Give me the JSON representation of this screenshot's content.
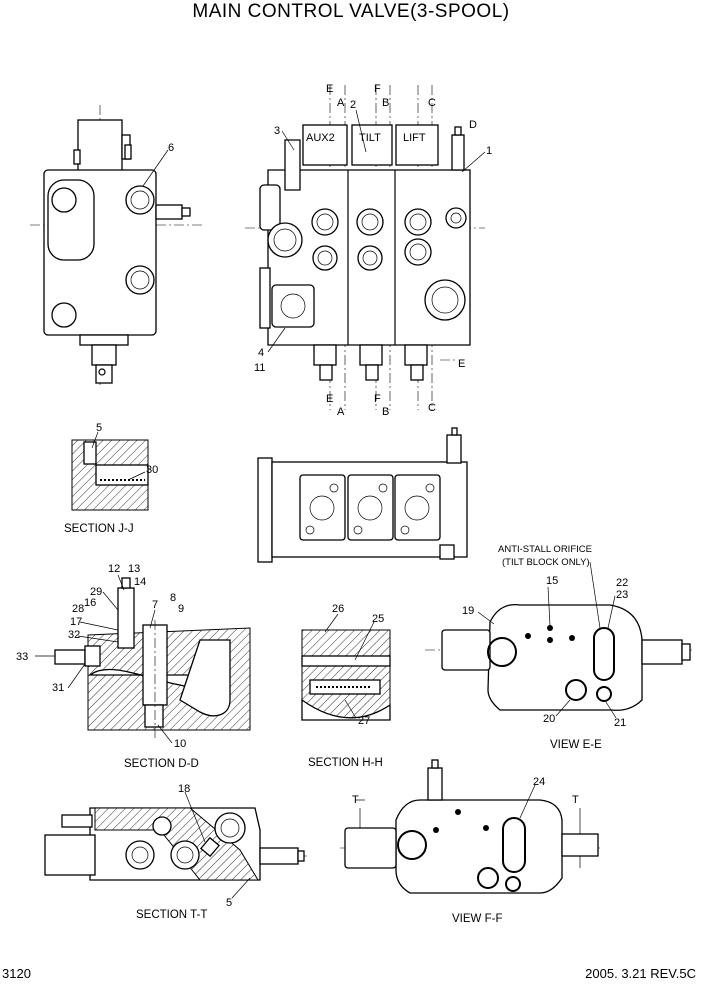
{
  "title": "MAIN CONTROL VALVE(3-SPOOL)",
  "spool_labels": [
    "AUX2",
    "TILT",
    "LIFT"
  ],
  "section_marks": {
    "e": "E",
    "a": "A",
    "f": "F",
    "b": "B",
    "c": "C",
    "d": "D"
  },
  "callouts": {
    "n1": "1",
    "n2": "2",
    "n3": "3",
    "n4": "4",
    "n5": "5",
    "n6": "6",
    "n7": "7",
    "n8": "8",
    "n9": "9",
    "n10": "10",
    "n11": "11",
    "n12": "12",
    "n13": "13",
    "n14": "14",
    "n15": "15",
    "n16": "16",
    "n17": "17",
    "n18": "18",
    "n19": "19",
    "n20": "20",
    "n21": "21",
    "n22": "22",
    "n23": "23",
    "n24": "24",
    "n25": "25",
    "n26": "26",
    "n27": "27",
    "n28": "28",
    "n29": "29",
    "n30": "30",
    "n31": "31",
    "n32": "32",
    "n33": "33",
    "n5b": "5",
    "t": "T"
  },
  "captions": {
    "section_jj": "SECTION J-J",
    "section_dd": "SECTION D-D",
    "section_hh": "SECTION H-H",
    "view_ee": "VIEW E-E",
    "section_tt": "SECTION T-T",
    "view_ff": "VIEW F-F",
    "anti_stall_1": "ANTI-STALL ORIFICE",
    "anti_stall_2": "(TILT BLOCK ONLY)"
  },
  "footer": {
    "page_number": "3120",
    "revision": "2005. 3.21  REV.5C"
  }
}
